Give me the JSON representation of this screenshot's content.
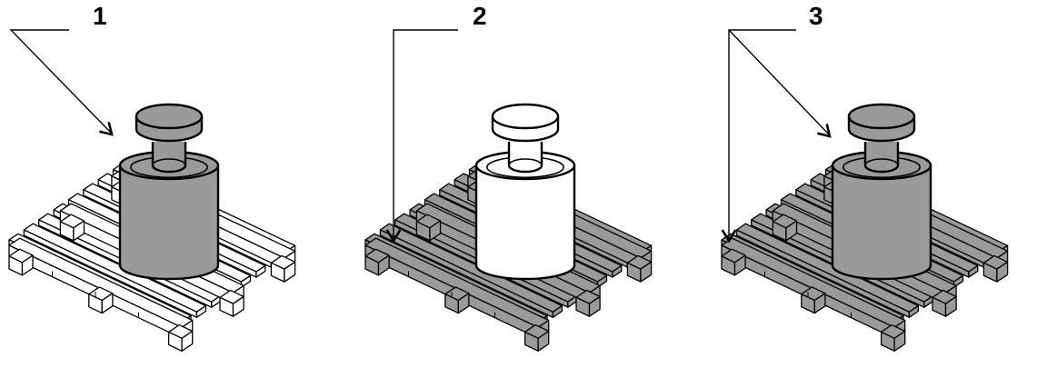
{
  "steps": [
    {
      "label": "1",
      "weight_fill": "#9a9a9a",
      "pallet_fill": "#ffffff",
      "arrow_target": "weight"
    },
    {
      "label": "2",
      "weight_fill": "#ffffff",
      "pallet_fill": "#9a9a9a",
      "arrow_target": "pallet"
    },
    {
      "label": "3",
      "weight_fill": "#9a9a9a",
      "pallet_fill": "#9a9a9a",
      "arrow_target": "weight-and-pallet"
    }
  ],
  "colors": {
    "outline": "#000000",
    "background": "#ffffff"
  }
}
